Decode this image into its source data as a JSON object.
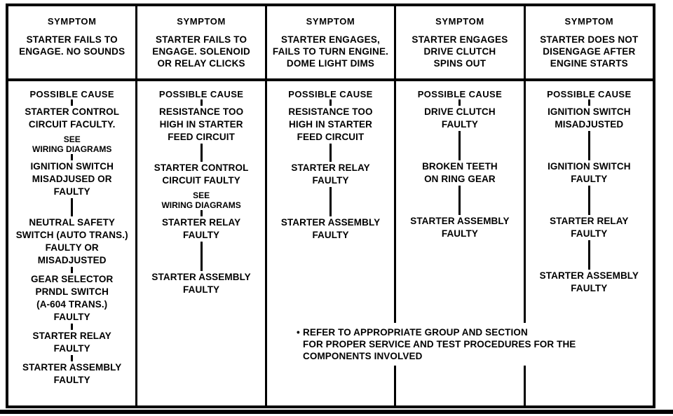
{
  "chart": {
    "symptom_label": "SYMPTOM",
    "cause_label": "POSSIBLE CAUSE",
    "colors": {
      "ink": "#000000",
      "paper": "#ffffff"
    },
    "columns": [
      {
        "symptom": "STARTER FAILS TO\nENGAGE. NO SOUNDS",
        "causes": [
          {
            "link": "s",
            "text": "STARTER CONTROL\nCIRCUIT FACULTY.",
            "note": "SEE\nWIRING DIAGRAMS"
          },
          {
            "link": "s",
            "text": "IGNITION SWITCH\nMISADJUSED OR\nFAULTY"
          },
          {
            "link": "m",
            "text": "NEUTRAL SAFETY\nSWITCH (AUTO TRANS.)\nFAULTY OR\nMISADJUSTED"
          },
          {
            "link": "s",
            "text": "GEAR SELECTOR\nPRNDL SWITCH\n(A-604 TRANS.)\nFAULTY"
          },
          {
            "link": "s",
            "text": "STARTER RELAY\nFAULTY"
          },
          {
            "link": "s",
            "text": "STARTER ASSEMBLY\nFAULTY"
          }
        ]
      },
      {
        "symptom": "STARTER FAILS TO\nENGAGE. SOLENOID\nOR RELAY CLICKS",
        "causes": [
          {
            "link": "s",
            "text": "RESISTANCE TOO\nHIGH IN STARTER\nFEED CIRCUIT"
          },
          {
            "link": "m",
            "text": "STARTER CONTROL\nCIRCUIT FAULTY",
            "note": "SEE\nWIRING DIAGRAMS"
          },
          {
            "link": "s",
            "text": "STARTER RELAY\nFAULTY"
          },
          {
            "link": "l",
            "text": "STARTER ASSEMBLY\nFAULTY"
          }
        ]
      },
      {
        "symptom": "STARTER ENGAGES,\nFAILS TO TURN ENGINE.\nDOME LIGHT DIMS",
        "causes": [
          {
            "link": "s",
            "text": "RESISTANCE TOO\nHIGH IN STARTER\nFEED CIRCUIT"
          },
          {
            "link": "m",
            "text": "STARTER RELAY\nFAULTY"
          },
          {
            "link": "l",
            "text": "STARTER ASSEMBLY\nFAULTY"
          }
        ]
      },
      {
        "symptom": "STARTER ENGAGES\nDRIVE CLUTCH\nSPINS OUT",
        "causes": [
          {
            "link": "s",
            "text": "DRIVE CLUTCH\nFAULTY"
          },
          {
            "link": "l",
            "text": "BROKEN TEETH\nON RING GEAR"
          },
          {
            "link": "l",
            "text": "STARTER ASSEMBLY\nFAULTY"
          }
        ]
      },
      {
        "symptom": "STARTER DOES NOT\nDISENGAGE AFTER\nENGINE STARTS",
        "causes": [
          {
            "link": "s",
            "text": "IGNITION SWITCH\nMISADJUSTED"
          },
          {
            "link": "l",
            "text": "IGNITION SWITCH\nFAULTY"
          },
          {
            "link": "l",
            "text": "STARTER RELAY\nFAULTY"
          },
          {
            "link": "l",
            "text": "STARTER ASSEMBLY\nFAULTY"
          }
        ]
      }
    ],
    "footnote": {
      "bullet": "•",
      "lines": [
        "REFER TO APPROPRIATE GROUP AND SECTION",
        "FOR PROPER SERVICE AND TEST PROCEDURES FOR THE",
        "COMPONENTS INVOLVED"
      ]
    }
  }
}
